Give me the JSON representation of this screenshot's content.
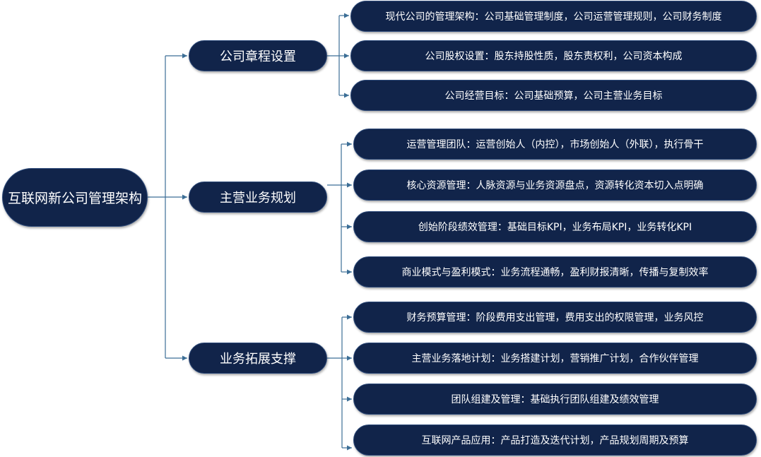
{
  "root": {
    "label": "互联网新公司管理架构"
  },
  "branches": [
    {
      "label": "公司章程设置",
      "items": [
        "现代公司的管理架构：公司基础管理制度，公司运营管理规则，公司财务制度",
        "公司股权设置：股东持股性质，股东责权利，公司资本构成",
        "公司经营目标：公司基础预算，公司主营业务目标"
      ]
    },
    {
      "label": "主营业务规划",
      "items": [
        "运营管理团队：运营创始人（内控），市场创始人（外联），执行骨干",
        "核心资源管理：人脉资源与业务资源盘点，资源转化资本切入点明确",
        "创始阶段绩效管理：基础目标KPI，业务布局KPI，业务转化KPI",
        "商业模式与盈利模式：业务流程通畅，盈利财报清晰，传播与复制效率"
      ]
    },
    {
      "label": "业务拓展支撑",
      "items": [
        "财务预算管理：阶段费用支出管理，费用支出的权限管理，业务风控",
        "主营业务落地计划：业务搭建计划，营销推广计划，合作伙伴管理",
        "团队组建及管理：基础执行团队组建及绩效管理",
        "互联网产品应用：产品打造及迭代计划，产品规划周期及预算"
      ]
    }
  ],
  "colors": {
    "node_fill": "#11244a",
    "node_border": "#2d4a7a",
    "connector": "#3c6e96"
  }
}
